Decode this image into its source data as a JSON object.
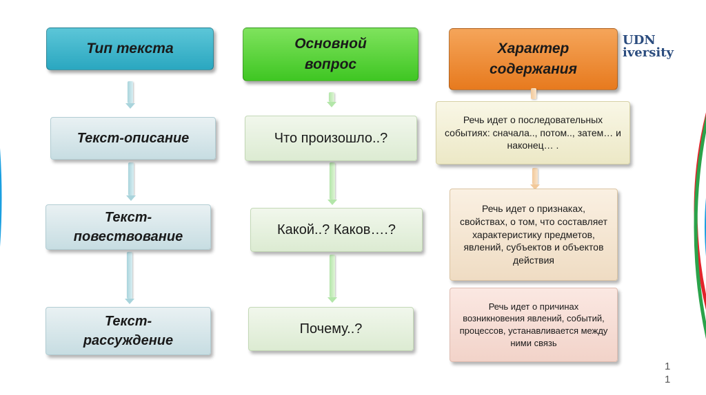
{
  "columns": [
    {
      "header": "Тип текста",
      "items": [
        "Текст-описание",
        "Текст-повествование",
        "Текст-рассуждение"
      ]
    },
    {
      "header_lines": [
        "Основной",
        "вопрос"
      ],
      "items": [
        "Что произошло..?",
        "Какой..? Каков….?",
        "Почему..?"
      ]
    },
    {
      "header_lines": [
        "Характер",
        "содержания"
      ],
      "items": [
        "Речь идет о последовательных событиях: сначала.., потом.., затем… и наконец… .",
        "Речь идет о признаках, свойствах, о том, что составляет характеристику предметов, явлений, субъектов и объектов действия",
        "Речь идет о причинах возникновения явлений, событий, процессов, устанавливается между ними связь"
      ]
    }
  ],
  "logo": {
    "line1": "UDN",
    "line2": "iversity"
  },
  "page_number": "11",
  "colors": {
    "header1": "#39b3c9",
    "header2": "#59d63c",
    "header3": "#ee8a2c",
    "item3_1": "#f4f1d8",
    "item3_2": "#f6e8d6",
    "item3_3": "#f7dfd8"
  }
}
